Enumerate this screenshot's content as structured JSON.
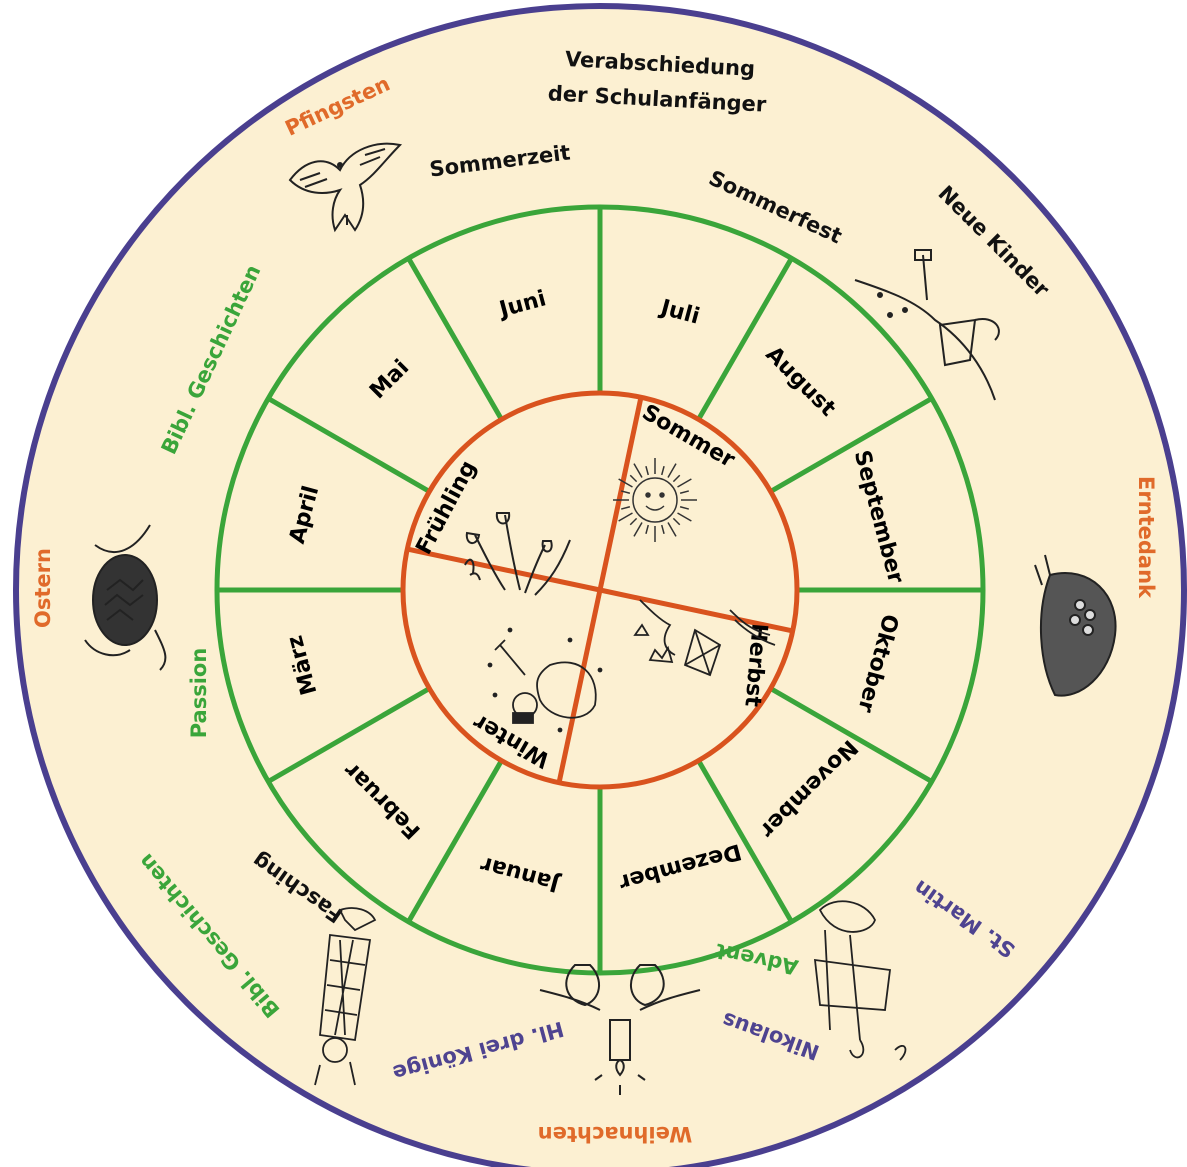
{
  "colors": {
    "background_fill": "#fcf0d2",
    "outer_ring": "#4a3f8f",
    "month_ring": "#3aa53a",
    "season_ring": "#d9531e",
    "orange_text": "#e06a2a",
    "green_text": "#3aa53a",
    "purple_text": "#4e4390",
    "black_text": "#111111"
  },
  "months": [
    "Juli",
    "August",
    "September",
    "Oktober",
    "November",
    "Dezember",
    "Januar",
    "Februar",
    "März",
    "April",
    "Mai",
    "Juni"
  ],
  "seasons": [
    "Sommer",
    "Herbst",
    "Winter",
    "Frühling"
  ],
  "events": [
    {
      "text": "Verabschiedung",
      "color": "black"
    },
    {
      "text": "der Schulanfänger",
      "color": "black"
    },
    {
      "text": "Pfingsten",
      "color": "orange"
    },
    {
      "text": "Sommerzeit",
      "color": "black"
    },
    {
      "text": "Sommerfest",
      "color": "black"
    },
    {
      "text": "Neue Kinder",
      "color": "black"
    },
    {
      "text": "Bibl. Geschichten",
      "color": "green"
    },
    {
      "text": "Erntedank",
      "color": "orange"
    },
    {
      "text": "Ostern",
      "color": "orange"
    },
    {
      "text": "Passion",
      "color": "green"
    },
    {
      "text": "St. Martin",
      "color": "purple"
    },
    {
      "text": "Advent",
      "color": "green"
    },
    {
      "text": "Nikolaus",
      "color": "purple"
    },
    {
      "text": "Weihnachten",
      "color": "orange"
    },
    {
      "text": "Hl. drei Könige",
      "color": "purple"
    },
    {
      "text": "Fasching",
      "color": "black"
    },
    {
      "text": "Bibl. Geschichten",
      "color": "green"
    }
  ],
  "illustrations": [
    "dove-icon",
    "sandbox-bucket-icon",
    "sun-icon",
    "snowdrop-flower-icon",
    "kite-leaves-icon",
    "snowman-icon",
    "easter-nest-icon",
    "harvest-basket-icon",
    "lantern-icon",
    "advent-candle-icon",
    "jester-icon"
  ]
}
